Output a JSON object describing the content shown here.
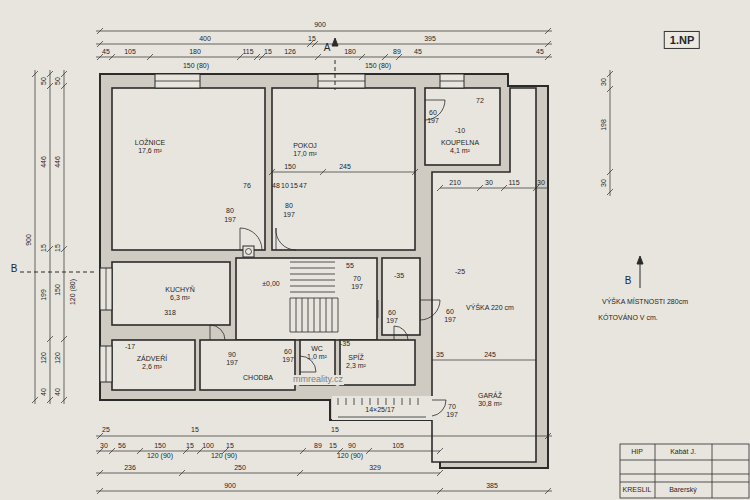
{
  "diagram": {
    "nodes": [
      {
        "text": [
          "LOŽNICE",
          "17,6 m²"
        ]
      },
      {
        "text": [
          "POKOJ",
          "17,0 m²"
        ]
      },
      {
        "text": [
          "KOUPELNA",
          "4,1 m²"
        ]
      },
      {
        "text": [
          "KUCHYŇ",
          "6,3 m²"
        ]
      },
      {
        "text": [
          "ZÁDVEŘÍ",
          "2,6 m²"
        ]
      },
      {
        "text": [
          "CHODBA"
        ]
      },
      {
        "text": [
          "WC",
          "1,0 m²"
        ]
      },
      {
        "text": [
          "SPÍŽ",
          "2,3 m²"
        ]
      },
      {
        "text": [
          "GARÁŽ",
          "30,8 m²"
        ]
      },
      {
        "text": [
          "1.NP"
        ]
      }
    ],
    "labels": [
      "900",
      "400",
      "15",
      "395",
      "45",
      "105",
      "180",
      "115",
      "15",
      "126",
      "A",
      "180",
      "89",
      "45",
      "45",
      "150 (80)",
      "150 (80)",
      "900",
      "50",
      "446",
      "15",
      "199",
      "120",
      "40",
      "50",
      "446",
      "15",
      "150",
      "120 (80)",
      "120",
      "40",
      "B",
      "B",
      "30",
      "198",
      "30",
      "150",
      "245",
      "76",
      "48",
      "10",
      "15",
      "47",
      "80",
      "197",
      "80",
      "197",
      "60",
      "197",
      "72",
      "-10",
      "210",
      "30",
      "115",
      "30",
      "±0,00",
      "55",
      "70",
      "197",
      "-35",
      "60",
      "197",
      "60",
      "197",
      "-25",
      "VÝŠKA 220 cm",
      "318",
      "-17",
      "90",
      "197",
      "60",
      "197",
      "-35",
      "35",
      "245",
      "70",
      "197",
      "14×25/17",
      "VÝŠKA MÍSTNOSTI 280cm",
      "KÓTOVÁNO V cm.",
      "25",
      "15",
      "15",
      "30",
      "56",
      "150",
      "15",
      "100",
      "15",
      "89",
      "15",
      "90",
      "105",
      "120 (90)",
      "120 (90)",
      "120 (90)",
      "236",
      "250",
      "329",
      "900",
      "385",
      "HIP",
      "Kabát J.",
      "KRESLIL",
      "Barerský",
      "mmreality.cz"
    ]
  }
}
